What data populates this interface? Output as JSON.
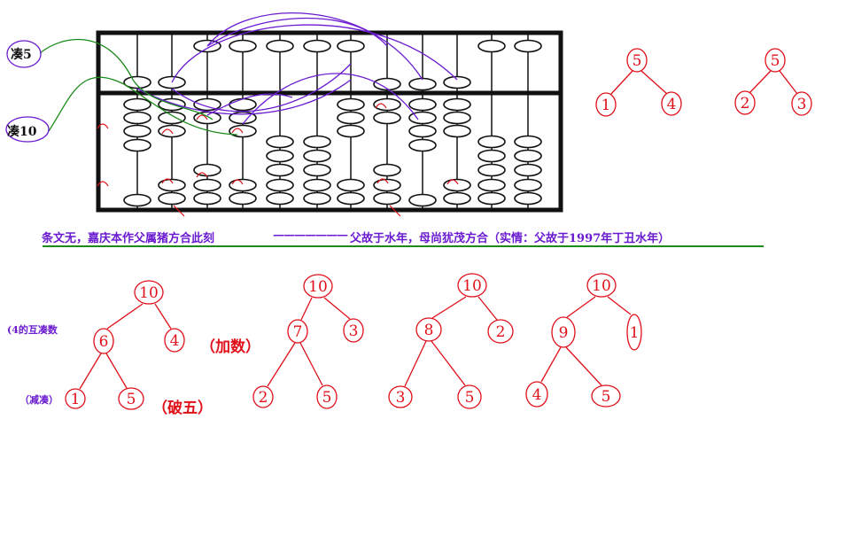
{
  "abacus": {
    "labels": {
      "left_top": "凑5",
      "left_bottom": "凑10"
    }
  },
  "caption": {
    "left": "条文无，嘉庆本作父属猪方合此刻",
    "dash": "———————",
    "right": "父故于水年，母尚犹茂方合（实情：父故于1997年丁丑水年）"
  },
  "top_trees": [
    {
      "root": "5",
      "left": "1",
      "right": "4"
    },
    {
      "root": "5",
      "left": "2",
      "right": "3"
    }
  ],
  "bottom_trees": [
    {
      "root": "10",
      "mid": "6",
      "right": "4",
      "leaf_left": "1",
      "leaf_right": "5"
    },
    {
      "root": "10",
      "mid": "7",
      "right": "3",
      "leaf_left": "2",
      "leaf_right": "5"
    },
    {
      "root": "10",
      "mid": "8",
      "right": "2",
      "leaf_left": "3",
      "leaf_right": "5"
    },
    {
      "root": "10",
      "mid": "9",
      "right": "1",
      "leaf_left": "4",
      "leaf_right": "5"
    }
  ],
  "notes": {
    "complement": "(4的互凑数",
    "add": "（加数）",
    "subtract": "（减凑）",
    "break5": "（破五）"
  },
  "colors": {
    "red": "#e0101a",
    "purple": "#6a1bd0",
    "green": "#1a8a1a",
    "black": "#111111"
  }
}
